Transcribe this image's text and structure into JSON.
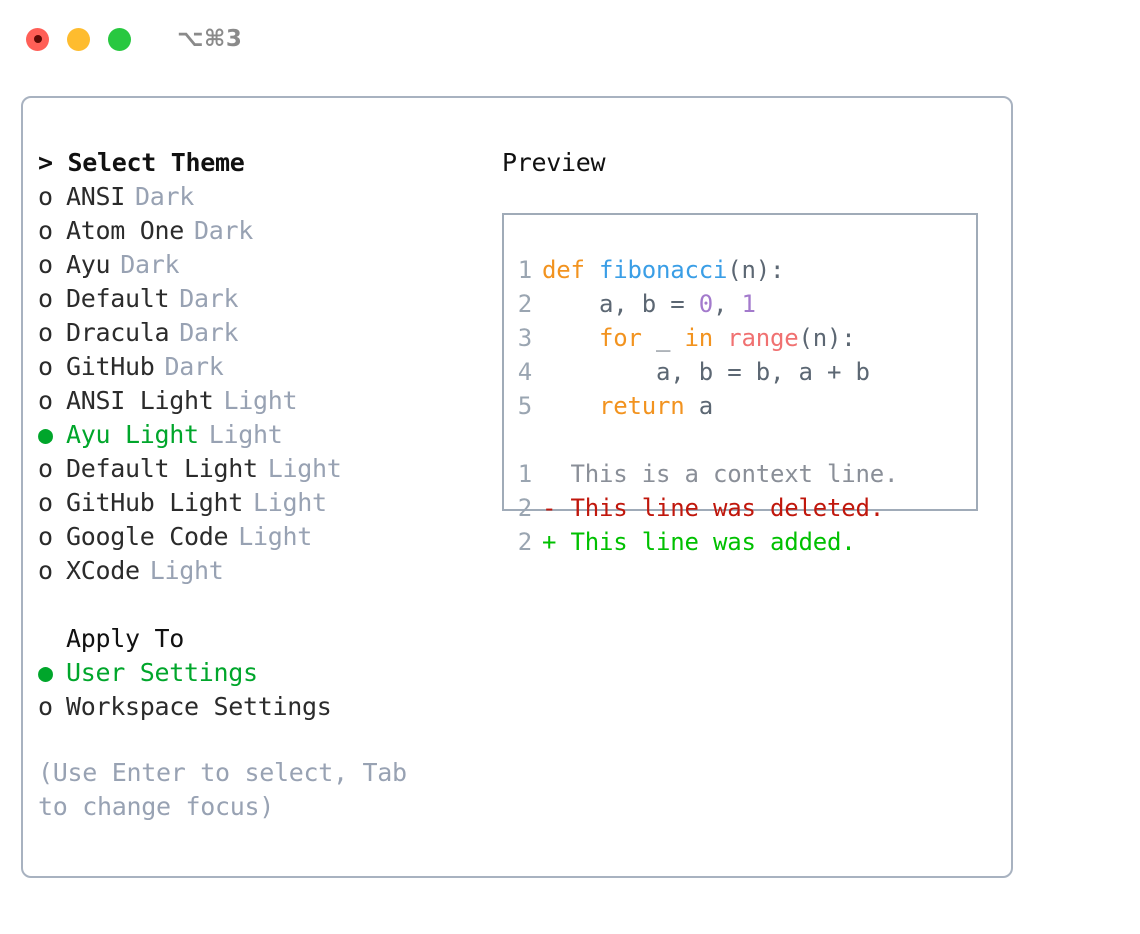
{
  "titlebar": {
    "shortcut": "⌥⌘3",
    "buttons": [
      {
        "name": "close",
        "color": "#ff5f57"
      },
      {
        "name": "minimize",
        "color": "#febc2e"
      },
      {
        "name": "zoom",
        "color": "#28c840"
      }
    ]
  },
  "theme_list": {
    "header": "> Select Theme",
    "items": [
      {
        "marker": "o",
        "label": "ANSI",
        "kind": "Dark",
        "selected": false
      },
      {
        "marker": "o",
        "label": "Atom One",
        "kind": "Dark",
        "selected": false
      },
      {
        "marker": "o",
        "label": "Ayu",
        "kind": "Dark",
        "selected": false
      },
      {
        "marker": "o",
        "label": "Default",
        "kind": "Dark",
        "selected": false
      },
      {
        "marker": "o",
        "label": "Dracula",
        "kind": "Dark",
        "selected": false
      },
      {
        "marker": "o",
        "label": "GitHub",
        "kind": "Dark",
        "selected": false
      },
      {
        "marker": "o",
        "label": "ANSI Light",
        "kind": "Light",
        "selected": false
      },
      {
        "marker": "●",
        "label": "Ayu Light",
        "kind": "Light",
        "selected": true
      },
      {
        "marker": "o",
        "label": "Default Light",
        "kind": "Light",
        "selected": false
      },
      {
        "marker": "o",
        "label": "GitHub Light",
        "kind": "Light",
        "selected": false
      },
      {
        "marker": "o",
        "label": "Google Code",
        "kind": "Light",
        "selected": false
      },
      {
        "marker": "o",
        "label": "XCode",
        "kind": "Light",
        "selected": false
      }
    ]
  },
  "apply_to": {
    "title": "Apply To",
    "items": [
      {
        "marker": "●",
        "label": "User Settings",
        "selected": true
      },
      {
        "marker": "o",
        "label": "Workspace Settings",
        "selected": false
      }
    ]
  },
  "hint": "(Use Enter to select, Tab to change focus)",
  "preview": {
    "title": "Preview",
    "code_lines": [
      {
        "number": "1",
        "tokens": [
          {
            "text": "def ",
            "type": "kw"
          },
          {
            "text": "fibonacci",
            "type": "fn"
          },
          {
            "text": "(n):",
            "type": "pl"
          }
        ]
      },
      {
        "number": "2",
        "tokens": [
          {
            "text": "    a, b = ",
            "type": "pl"
          },
          {
            "text": "0",
            "type": "num"
          },
          {
            "text": ", ",
            "type": "pl"
          },
          {
            "text": "1",
            "type": "num"
          }
        ]
      },
      {
        "number": "3",
        "tokens": [
          {
            "text": "    ",
            "type": "pl"
          },
          {
            "text": "for",
            "type": "kw"
          },
          {
            "text": " _ ",
            "type": "pl"
          },
          {
            "text": "in",
            "type": "kw"
          },
          {
            "text": " ",
            "type": "pl"
          },
          {
            "text": "range",
            "type": "bi"
          },
          {
            "text": "(n):",
            "type": "pl"
          }
        ]
      },
      {
        "number": "4",
        "tokens": [
          {
            "text": "        a, b = b, a + b",
            "type": "pl"
          }
        ]
      },
      {
        "number": "5",
        "tokens": [
          {
            "text": "    ",
            "type": "pl"
          },
          {
            "text": "return",
            "type": "kw"
          },
          {
            "text": " a",
            "type": "pl"
          }
        ]
      }
    ],
    "diff_lines": [
      {
        "number": "1",
        "sign": " ",
        "text": " This is a context line.",
        "type": "ctx"
      },
      {
        "number": "2",
        "sign": "-",
        "text": " This line was deleted.",
        "type": "del"
      },
      {
        "number": "2",
        "sign": "+",
        "text": " This line was added.",
        "type": "add"
      }
    ]
  },
  "colors": {
    "accent_green": "#00a62b",
    "muted": "#98a2b3",
    "keyword": "#f2931f",
    "function": "#3a9ee6",
    "builtin": "#f07171",
    "number": "#a37acc",
    "plain": "#5c6773",
    "diff_add": "#00c000",
    "diff_del": "#c0170c",
    "border": "#a8b2c0"
  }
}
